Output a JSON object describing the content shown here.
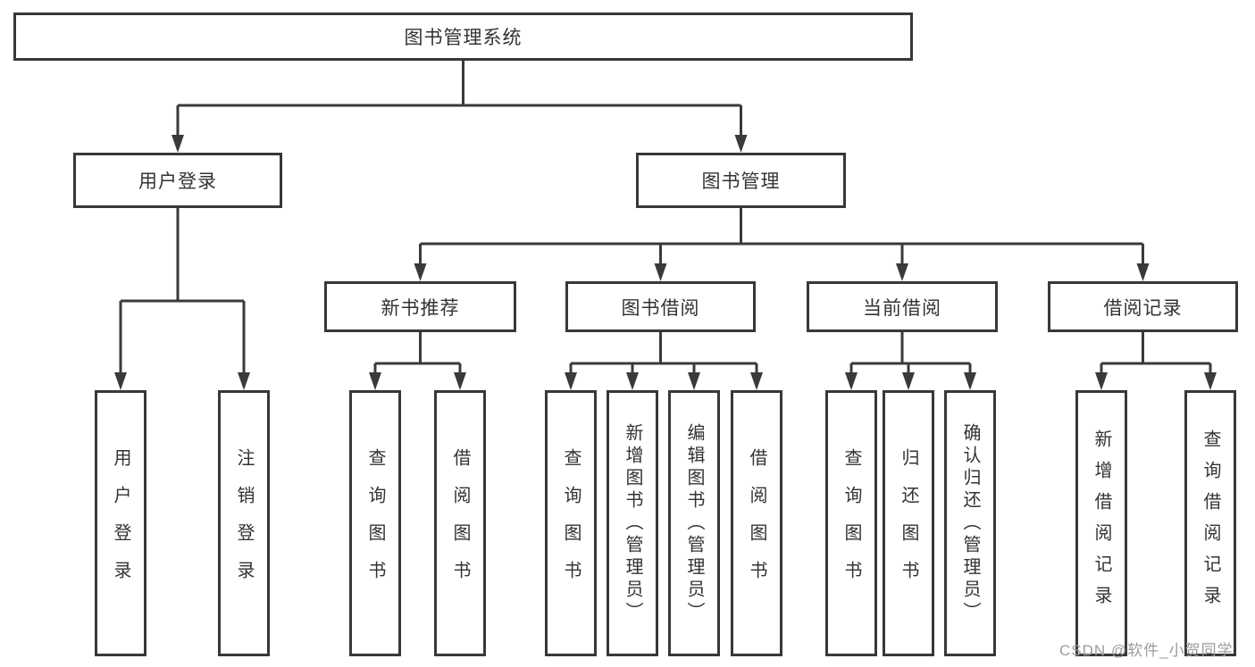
{
  "diagram_title": "图书管理系统",
  "tree": {
    "root": {
      "label": "图书管理系统",
      "children": [
        {
          "label": "用户登录",
          "children": [
            {
              "label": "用户登录"
            },
            {
              "label": "注销登录"
            }
          ]
        },
        {
          "label": "图书管理",
          "children": [
            {
              "label": "新书推荐",
              "children": [
                {
                  "label": "查询图书"
                },
                {
                  "label": "借阅图书"
                }
              ]
            },
            {
              "label": "图书借阅",
              "children": [
                {
                  "label": "查询图书"
                },
                {
                  "label": "新增图书（管理员）"
                },
                {
                  "label": "编辑图书（管理员）"
                },
                {
                  "label": "借阅图书"
                }
              ]
            },
            {
              "label": "当前借阅",
              "children": [
                {
                  "label": "查询图书"
                },
                {
                  "label": "归还图书"
                },
                {
                  "label": "确认归还（管理员）"
                }
              ]
            },
            {
              "label": "借阅记录",
              "children": [
                {
                  "label": "新增借阅记录"
                },
                {
                  "label": "查询借阅记录"
                }
              ]
            }
          ]
        }
      ]
    }
  },
  "watermark": {
    "text": "CSDN @软件_小贺同学"
  },
  "colors": {
    "line": "#3a3a3a",
    "box_border": "#383838",
    "text": "#333333",
    "watermark": "#9b9b9b",
    "background": "#ffffff"
  }
}
